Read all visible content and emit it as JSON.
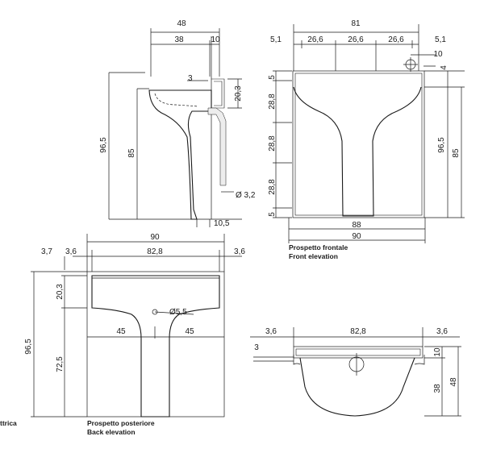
{
  "views": {
    "side": {
      "dims": {
        "top_width": "48",
        "projection": "38",
        "depth": "10",
        "rim": "3",
        "rim_height": "20,3",
        "total_height": "96,5",
        "rim_floor": "85",
        "pipe_diameter": "Ø 3,2",
        "foot": "10,5"
      }
    },
    "front": {
      "dims": {
        "total_width": "81",
        "margin_left": "5,1",
        "seg_1": "26,6",
        "seg_2": "26,6",
        "seg_3": "26,6",
        "margin_right": "5,1",
        "hole_offset": "10",
        "hole_top": "4",
        "top_gap": "5",
        "fix_1": "28,8",
        "fix_2": "28,8",
        "fix_3": "28,8",
        "bottom_gap": "5",
        "total_height": "96,5",
        "rim_height": "85",
        "inner_width": "88",
        "outer_width": "90"
      },
      "caption_it": "Prospetto frontale",
      "caption_en": "Front elevation"
    },
    "back": {
      "dims": {
        "total_width": "90",
        "offset": "3,7",
        "margin_left": "3,6",
        "bowl_width": "82,8",
        "margin_right": "3,6",
        "bowl_height": "20,3",
        "pipe": "Ø5,5",
        "half_left": "45",
        "half_right": "45",
        "total_height": "96,5",
        "lower_height": "72,5"
      },
      "caption_it": "Prospetto posteriore",
      "caption_en": "Back elevation"
    },
    "plan": {
      "dims": {
        "margin_left": "3,6",
        "bowl_width": "82,8",
        "margin_right": "3,6",
        "rim": "3",
        "thickness": "10",
        "bowl_depth": "38",
        "total_depth": "48"
      }
    },
    "partial_caption": "ttrica"
  }
}
